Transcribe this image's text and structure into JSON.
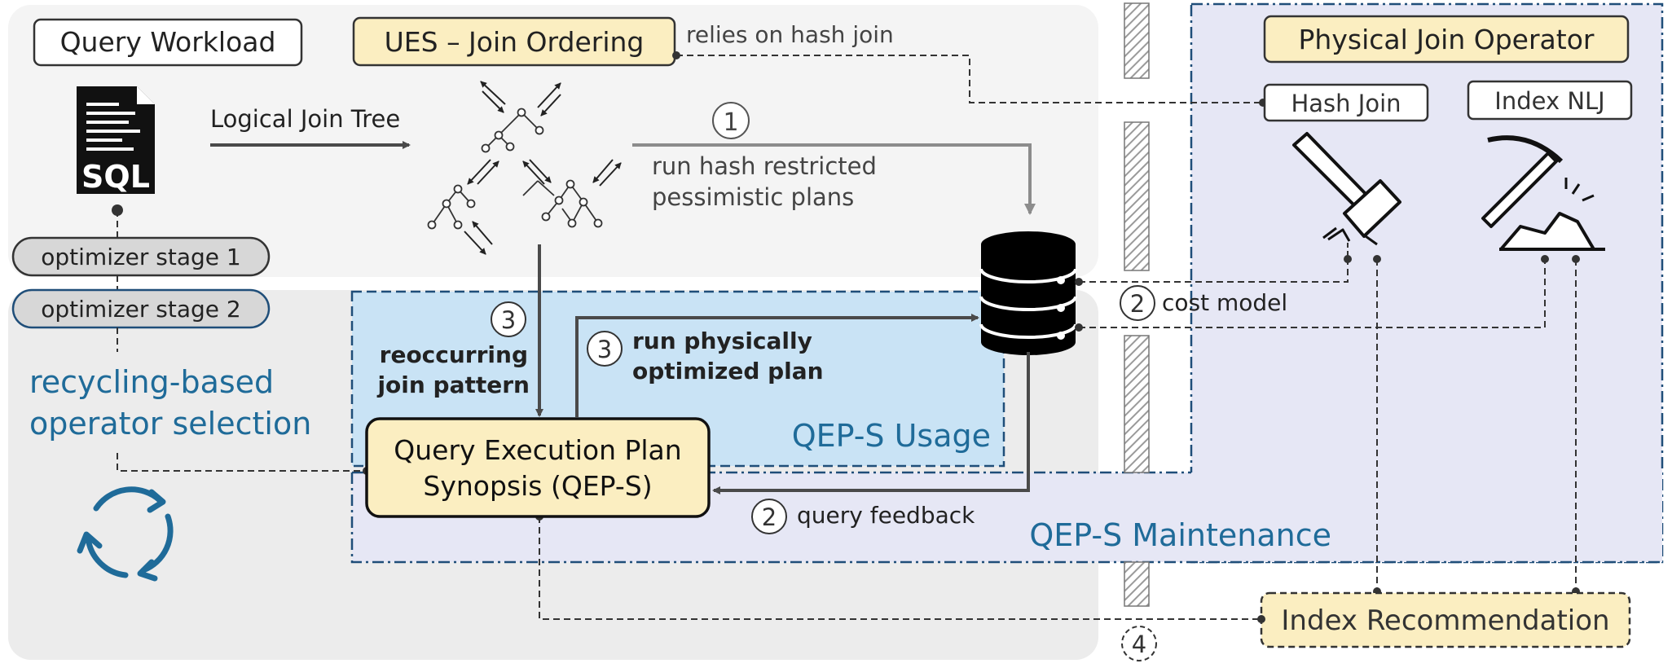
{
  "labels": {
    "query_workload": "Query Workload",
    "ues_join_ordering": "UES – Join Ordering",
    "relies_on_hash_join": "relies on hash join",
    "logical_join_tree": "Logical Join Tree",
    "run_hash_line1": "run hash restricted",
    "run_hash_line2": "pessimistic plans",
    "optimizer_stage_1": "optimizer stage 1",
    "optimizer_stage_2": "optimizer stage 2",
    "recycling_line1": "recycling-based",
    "recycling_line2": "operator selection",
    "reoccurring_line1": "reoccurring",
    "reoccurring_line2": "join pattern",
    "run_phys_line1": "run physically",
    "run_phys_line2": "optimized plan",
    "qeps_usage": "QEP-S Usage",
    "qeps_maintenance": "QEP-S Maintenance",
    "qeps_line1": "Query Execution Plan",
    "qeps_line2": "Synopsis (QEP-S)",
    "query_feedback": "query feedback",
    "cost_model": "cost model",
    "physical_join_operator": "Physical Join Operator",
    "hash_join": "Hash Join",
    "index_nlj": "Index NLJ",
    "index_recommendation": "Index Recommendation",
    "sql": "SQL"
  },
  "steps": {
    "one": "1",
    "two_cost": "2",
    "two_feedback": "2",
    "three_left": "3",
    "three_right": "3",
    "four": "4"
  },
  "colors": {
    "accent_blue": "#1f6b99",
    "yellow_fill": "#fbeec1",
    "usage_fill": "#c9e3f5",
    "maintenance_fill": "#e6e7f5",
    "panel_light": "#f4f4f4",
    "panel_dark": "#ececec",
    "arrow_dark": "#4a4a4a",
    "arrow_gray": "#8c8c8c"
  }
}
